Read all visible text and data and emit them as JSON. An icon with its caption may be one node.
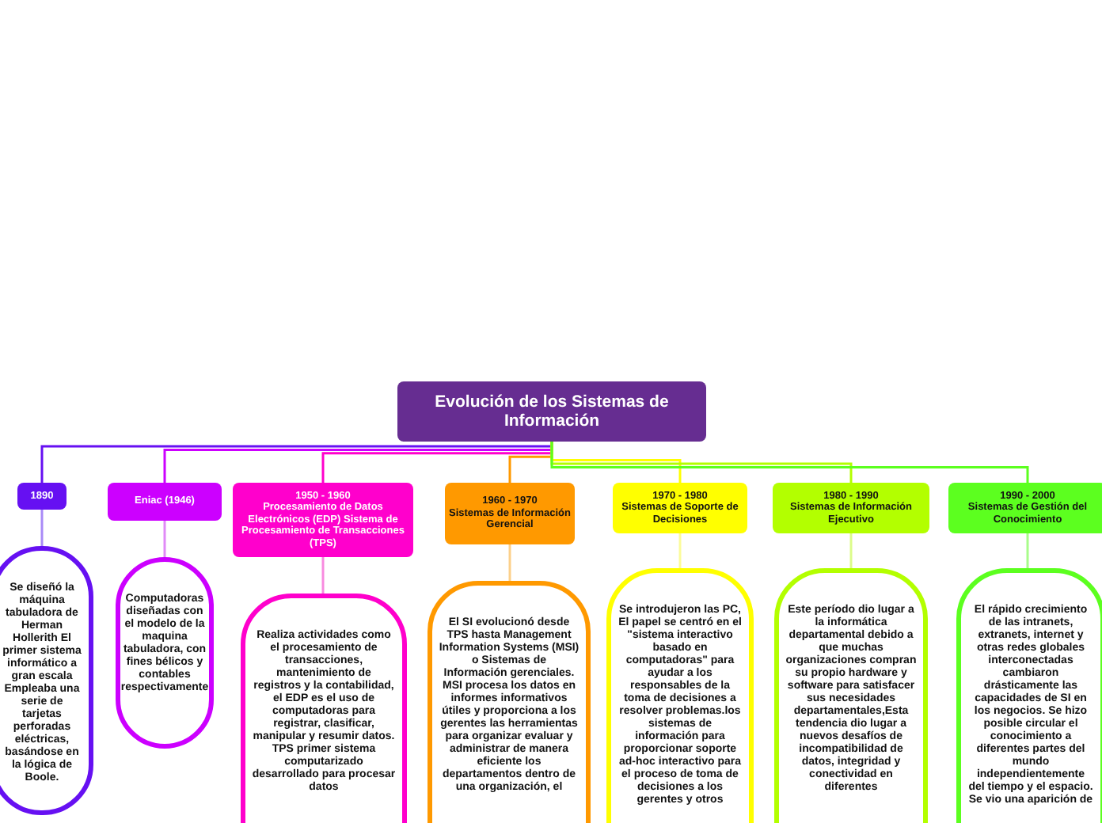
{
  "diagram": {
    "nodes": [
      {
        "text": [
          "Evolución de los Sistemas de Información"
        ]
      },
      {
        "text": [
          "1890"
        ]
      },
      {
        "text": [
          "Se diseñó la máquina tabuladora de Herman Hollerith El primer sistema informático a gran escala Empleaba una serie de tarjetas perforadas eléctricas, basándose en la lógica de Boole."
        ]
      },
      {
        "text": [
          "Eniac (1946)"
        ]
      },
      {
        "text": [
          "Computadoras diseñadas con el modelo de la maquina tabuladora, con fines bélicos y contables respectivamente"
        ]
      },
      {
        "text": [
          "1950 - 1960",
          "Procesamiento de Datos Electrónicos (EDP) Sistema de Procesamiento de Transacciones (TPS)"
        ]
      },
      {
        "text": [
          "Realiza actividades como el procesamiento de transacciones, mantenimiento de registros y la contabilidad, el EDP es el uso de computadoras para registrar, clasificar, manipular y resumir datos.",
          "TPS primer sistema computarizado desarrollado para procesar datos"
        ]
      },
      {
        "text": [
          "1960 - 1970",
          "Sistemas de Información Gerencial"
        ]
      },
      {
        "text": [
          "El SI evolucionó desde TPS hasta Management Information Systems (MSI) o Sistemas de Información gerenciales. MSI procesa los datos en informes informativos útiles y proporciona a los gerentes las herramientas para organizar evaluar y administrar de manera eficiente los departamentos dentro de una organización, el"
        ]
      },
      {
        "text": [
          "1970 - 1980",
          "Sistemas de Soporte de Decisiones"
        ]
      },
      {
        "text": [
          "Se introdujeron las PC, El papel se centró en el \"sistema interactivo basado en computadoras\" para ayudar a los responsables de la toma de decisiones a resolver problemas.los sistemas de información para proporcionar soporte ad-hoc interactivo para el proceso de toma de decisiones a los gerentes y otros"
        ]
      },
      {
        "text": [
          "1980 - 1990",
          "Sistemas de Información Ejecutivo"
        ]
      },
      {
        "text": [
          "Este período dio lugar a la informática departamental debido a que muchas organizaciones compran su propio hardware y software para satisfacer sus necesidades departamentales,Esta tendencia dio lugar a nuevos desafíos de incompatibilidad de datos, integridad y conectividad en diferentes"
        ]
      },
      {
        "text": [
          "1990 - 2000",
          "Sistemas de Gestión del Conocimiento"
        ]
      },
      {
        "text": [
          "El rápido crecimiento de las intranets, extranets, internet y otras redes globales interconectadas cambiaron drásticamente las capacidades de SI en los negocios. Se hizo posible circular el conocimiento a diferentes partes del mundo independientemente del tiempo y el espacio. Se vio una aparición de"
        ]
      }
    ],
    "edges": [
      {
        "from": 0,
        "to": 1,
        "arrow": "none",
        "color": "#6610f2"
      },
      {
        "from": 0,
        "to": 3,
        "arrow": "none",
        "color": "#cc00ff"
      },
      {
        "from": 0,
        "to": 5,
        "arrow": "none",
        "color": "#ff00cc"
      },
      {
        "from": 0,
        "to": 7,
        "arrow": "none",
        "color": "#ff9900"
      },
      {
        "from": 0,
        "to": 9,
        "arrow": "none",
        "color": "#ffff00"
      },
      {
        "from": 0,
        "to": 11,
        "arrow": "none",
        "color": "#b3ff00"
      },
      {
        "from": 0,
        "to": 13,
        "arrow": "none",
        "color": "#5cff1f"
      },
      {
        "from": 1,
        "to": 2,
        "arrow": "none",
        "color": "#a98af7"
      },
      {
        "from": 3,
        "to": 4,
        "arrow": "none",
        "color": "#e08af7"
      },
      {
        "from": 5,
        "to": 6,
        "arrow": "none",
        "color": "#f78adf"
      },
      {
        "from": 7,
        "to": 8,
        "arrow": "none",
        "color": "#fcd08a"
      },
      {
        "from": 9,
        "to": 10,
        "arrow": "none",
        "color": "#fcfc9a"
      },
      {
        "from": 11,
        "to": 12,
        "arrow": "none",
        "color": "#dcfc8a"
      },
      {
        "from": 13,
        "to": 14,
        "arrow": "none",
        "color": "#a8fc8a"
      }
    ]
  }
}
